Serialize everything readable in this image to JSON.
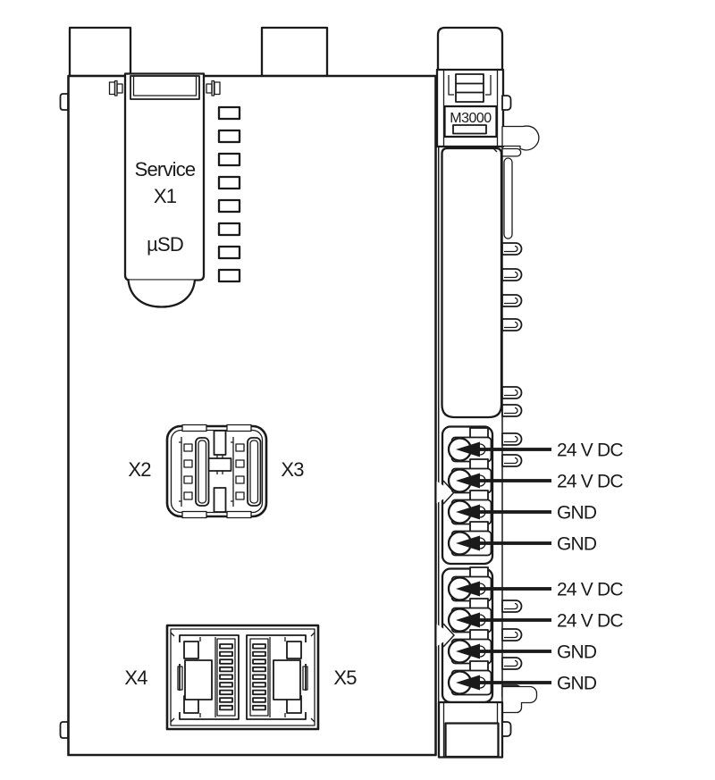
{
  "diagram": {
    "model_badge": "M3000",
    "service_slot": {
      "line1": "Service",
      "line2": "X1",
      "card_label": "µSD"
    },
    "usb": {
      "left_label": "X2",
      "right_label": "X3"
    },
    "ethernet": {
      "left_label": "X4",
      "right_label": "X5"
    },
    "power_terminals": [
      {
        "label": "24 V DC"
      },
      {
        "label": "24 V DC"
      },
      {
        "label": "GND"
      },
      {
        "label": "GND"
      },
      {
        "label": "24 V DC"
      },
      {
        "label": "24 V DC"
      },
      {
        "label": "GND"
      },
      {
        "label": "GND"
      }
    ],
    "colors": {
      "line": "#1a1a1a",
      "background": "#ffffff"
    }
  }
}
